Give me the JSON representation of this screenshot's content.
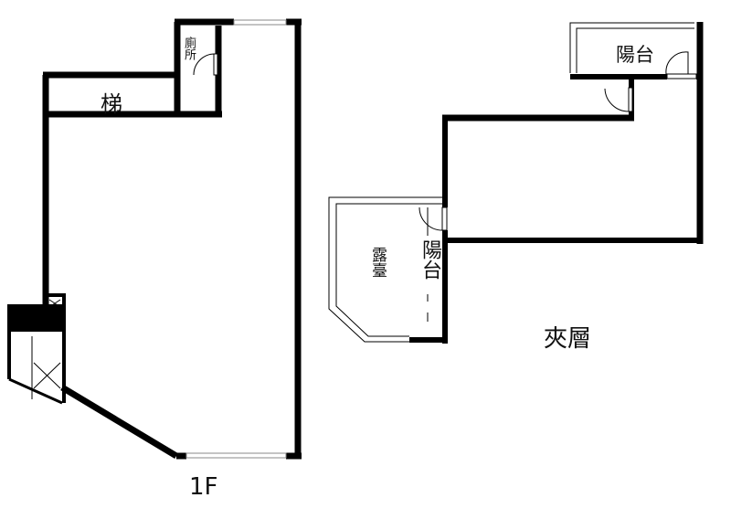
{
  "floor_1f": {
    "title": "1F",
    "rooms": {
      "stairs": "梯",
      "toilet": "廁所"
    }
  },
  "mezzanine": {
    "title": "夾層",
    "rooms": {
      "balcony_top": "陽台",
      "balcony_side": "陽台",
      "terrace": "露臺"
    }
  },
  "colors": {
    "wall": "#000000",
    "line": "#000000",
    "window": "#999999"
  }
}
